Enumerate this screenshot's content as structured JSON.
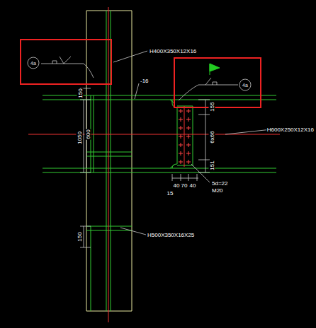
{
  "diagram": {
    "nodes": [
      {
        "text": [
          "4a"
        ]
      },
      {
        "text": [
          "4a"
        ]
      }
    ],
    "labels": [
      "H400X350X12X16",
      "-16",
      "150",
      "600",
      "1050",
      "155",
      "6x66",
      "151",
      "H600X250X12X16",
      "40",
      "70",
      "40",
      "15",
      "5d=22",
      "M20",
      "150",
      "H500X350X16X25"
    ]
  }
}
